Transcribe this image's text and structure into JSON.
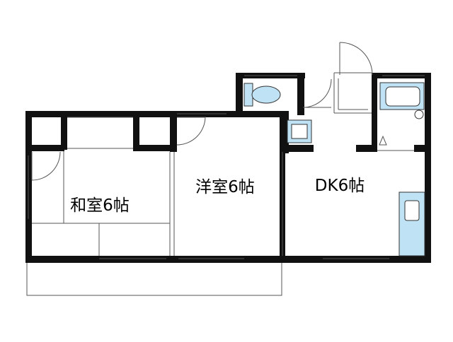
{
  "rooms": {
    "washitsu": "和室6帖",
    "yoshitsu": "洋室6帖",
    "dk": "DK6帖"
  },
  "colors": {
    "wall": "#111111",
    "line": "#555555",
    "fixture_fill": "#bfe3f5",
    "fixture_stroke": "#333333",
    "background": "#ffffff"
  },
  "fixtures": [
    "toilet-icon",
    "bathtub-icon",
    "sink-icon",
    "kitchen-counter-icon",
    "washbasin-icon"
  ]
}
